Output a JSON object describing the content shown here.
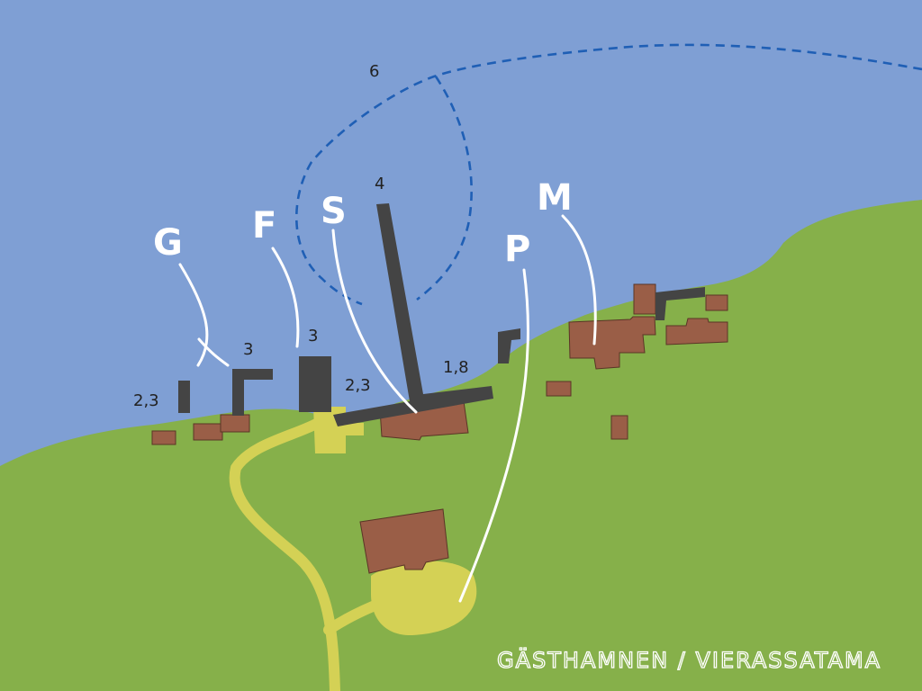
{
  "map": {
    "title": "GÄSTHAMNEN / VIERASSATAMA",
    "piers": {
      "G": {
        "letter": "G",
        "depths": [
          "2,3",
          "3"
        ]
      },
      "F": {
        "letter": "F",
        "depth": "3"
      },
      "S": {
        "letter": "S",
        "depth": "2,3"
      },
      "P": {
        "letter": "P"
      },
      "M": {
        "letter": "M"
      }
    },
    "depth_labels": {
      "approach": "6",
      "main_pier": "4",
      "east_pier": "1,8"
    },
    "colors": {
      "water": "#7f9fd4",
      "land": "#86b04a",
      "road": "#d4d155",
      "building": "#9a5e47",
      "pier": "#444444",
      "route": "#1f5fb5",
      "label_letter": "#ffffff",
      "label_depth": "#222222",
      "leader": "#ffffff"
    }
  }
}
